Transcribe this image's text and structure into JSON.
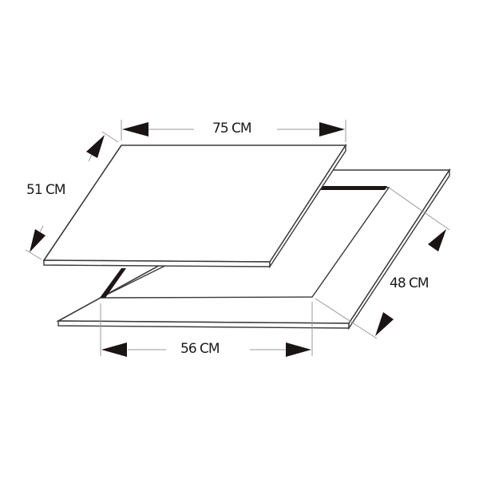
{
  "diagram": {
    "type": "hob-installation-dimensions",
    "colors": {
      "outline": "#3a3a3a",
      "dimension_line": "#9a9a9a",
      "arrow": "#1a1414",
      "gap_edge": "#1e1616",
      "background": "#ffffff"
    },
    "components": [
      {
        "name": "glass-hob-panel",
        "role": "appliance top surface"
      },
      {
        "name": "countertop-cutout",
        "role": "worktop with cut-out opening"
      }
    ],
    "dimensions": {
      "hob_width": {
        "label": "75 CM",
        "value": 75,
        "unit": "CM"
      },
      "hob_depth": {
        "label": "51 CM",
        "value": 51,
        "unit": "CM"
      },
      "cutout_width": {
        "label": "56 CM",
        "value": 56,
        "unit": "CM"
      },
      "cutout_depth": {
        "label": "48 CM",
        "value": 48,
        "unit": "CM"
      }
    }
  }
}
